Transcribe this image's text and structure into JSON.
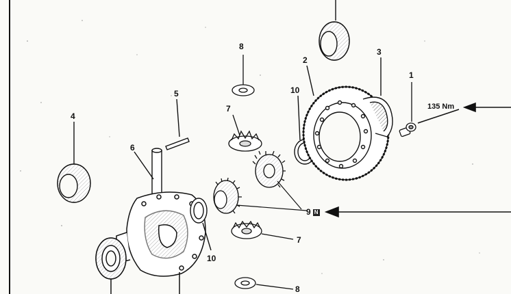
{
  "labels": {
    "p1": "1",
    "p2": "2",
    "p3": "3",
    "p4": "4",
    "p5": "5",
    "p6": "6",
    "p7a": "7",
    "p7b": "7",
    "p8a": "8",
    "p8b": "8",
    "p9": "9",
    "p9_badge": "N",
    "p10a": "10",
    "p10b": "10"
  },
  "torque": "135 Nm",
  "colors": {
    "ink": "#111111",
    "paper": "#fafaf7"
  }
}
